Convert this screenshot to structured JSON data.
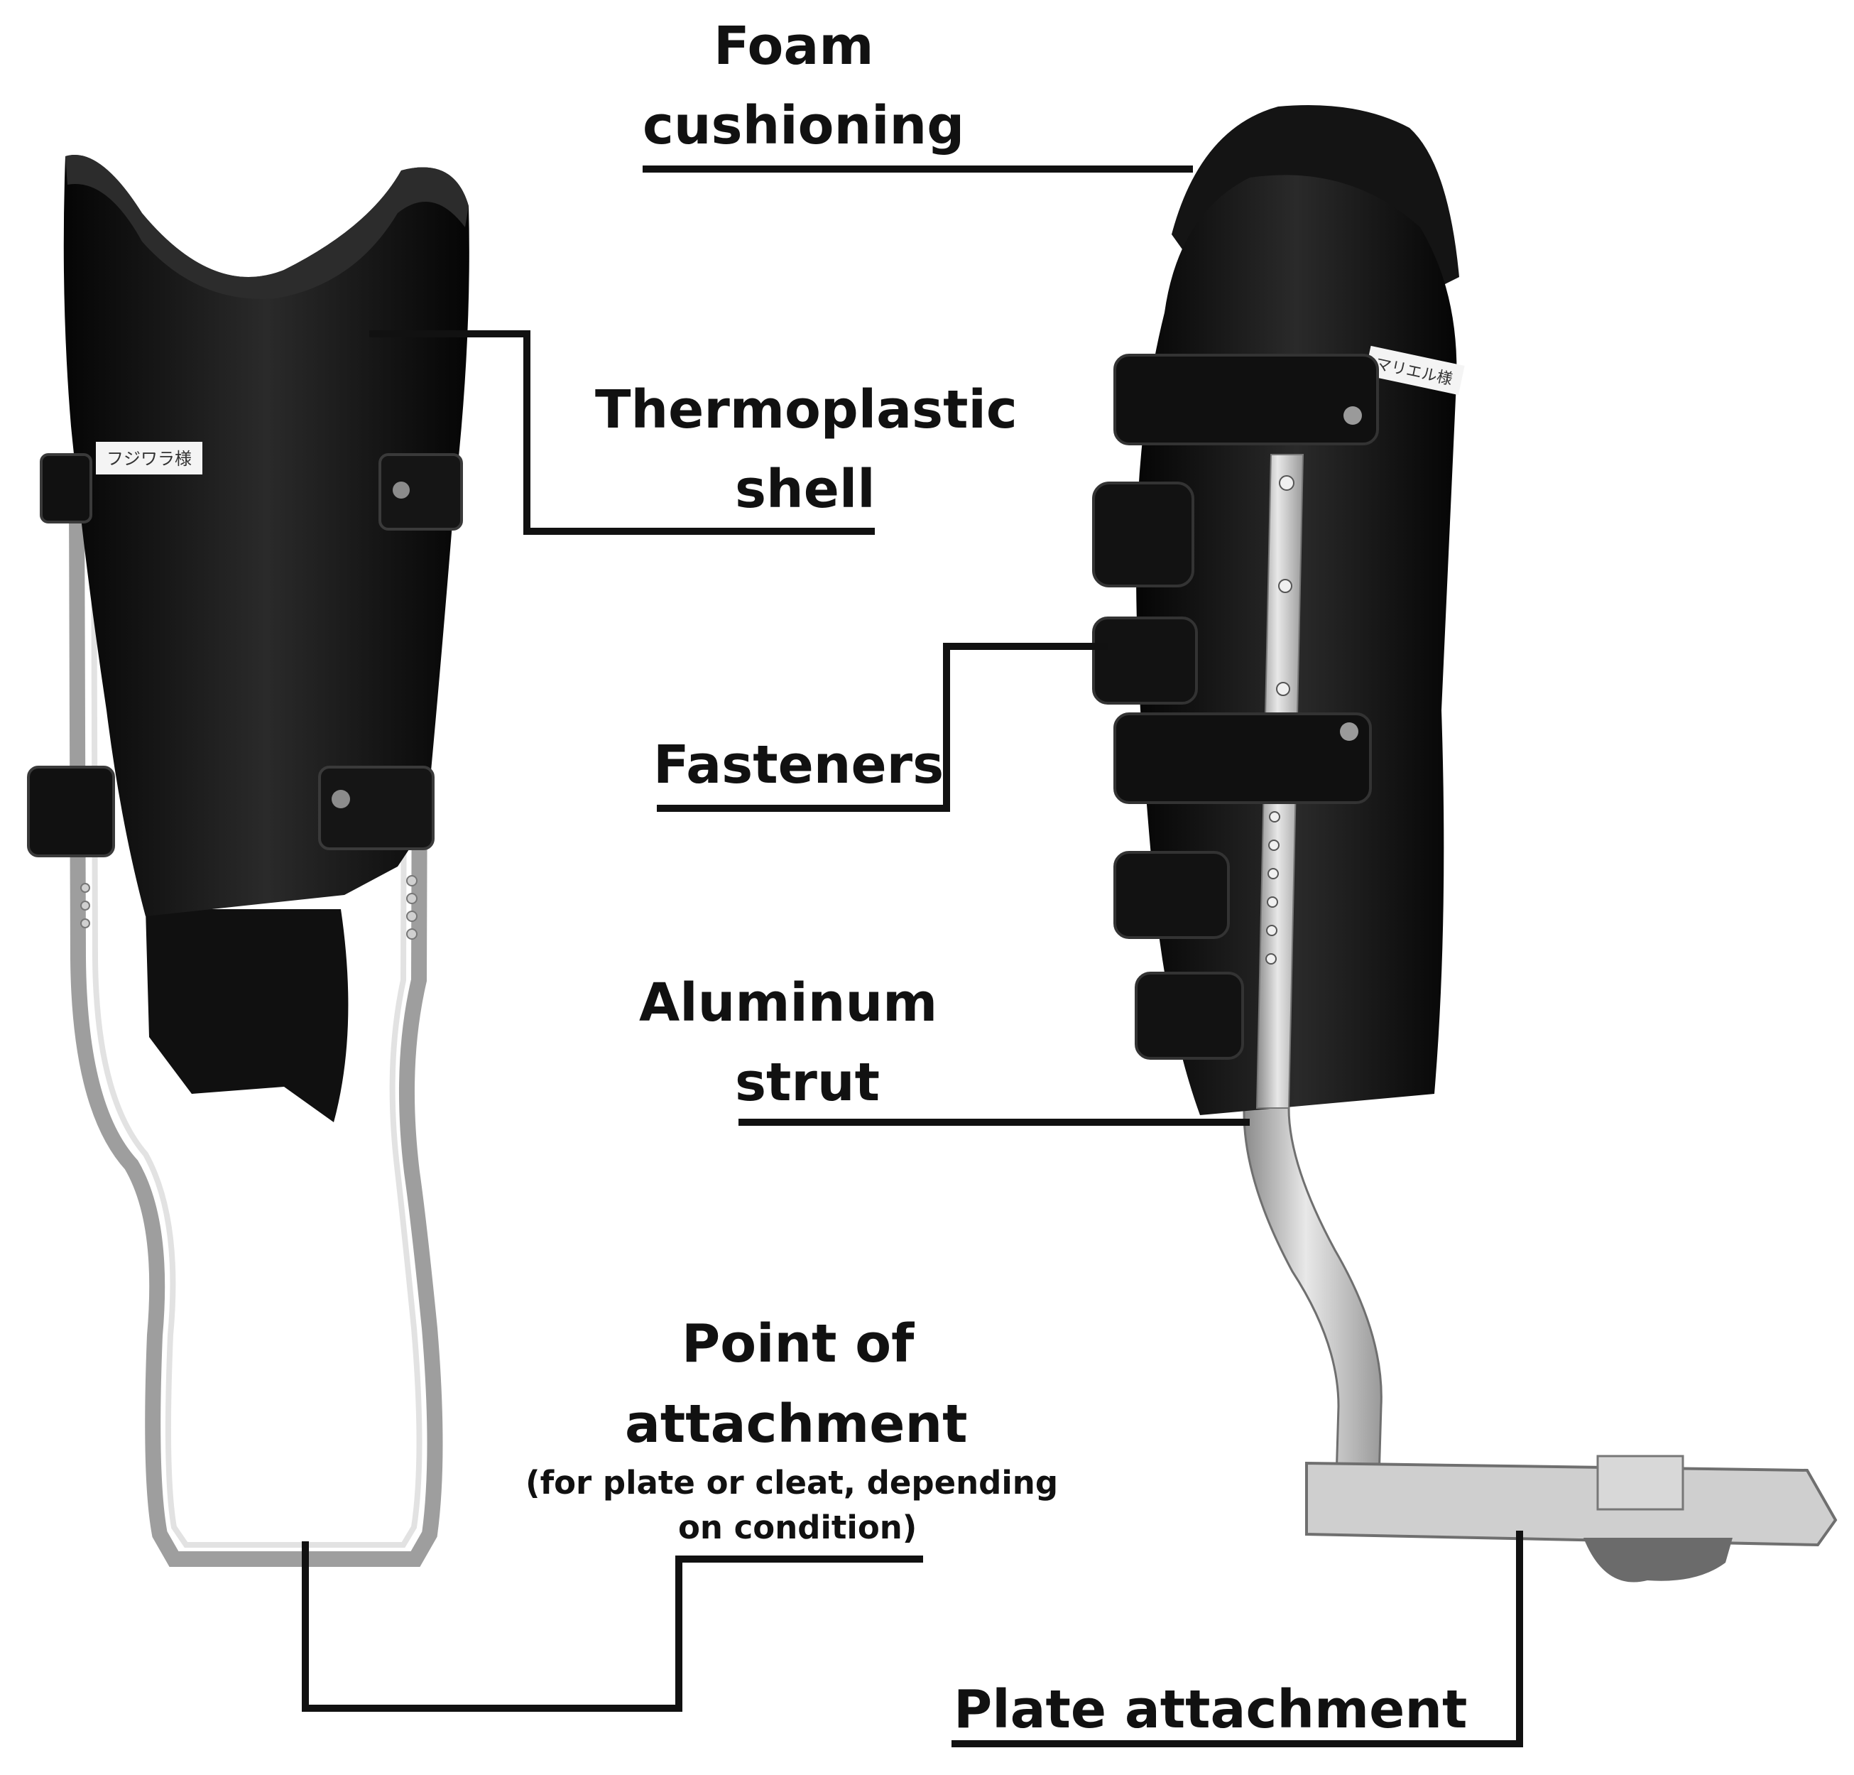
{
  "labels": {
    "foam_line1": "Foam",
    "foam_line2": "cushioning",
    "shell_line1": "Thermoplastic",
    "shell_line2": "shell",
    "fasteners": "Fasteners",
    "strut_line1": "Aluminum",
    "strut_line2": "strut",
    "point_line1": "Point of",
    "point_line2": "attachment",
    "point_note1": "(for plate or cleat, depending",
    "point_note2": "on condition)",
    "plate": "Plate attachment"
  },
  "tags": {
    "left_name_tag": "フジワラ様",
    "right_name_tag": "マリエル様"
  },
  "colors": {
    "shell": "#0b0b0b",
    "metal": "#b9b9b9",
    "leader": "#111111",
    "background": "#ffffff"
  }
}
